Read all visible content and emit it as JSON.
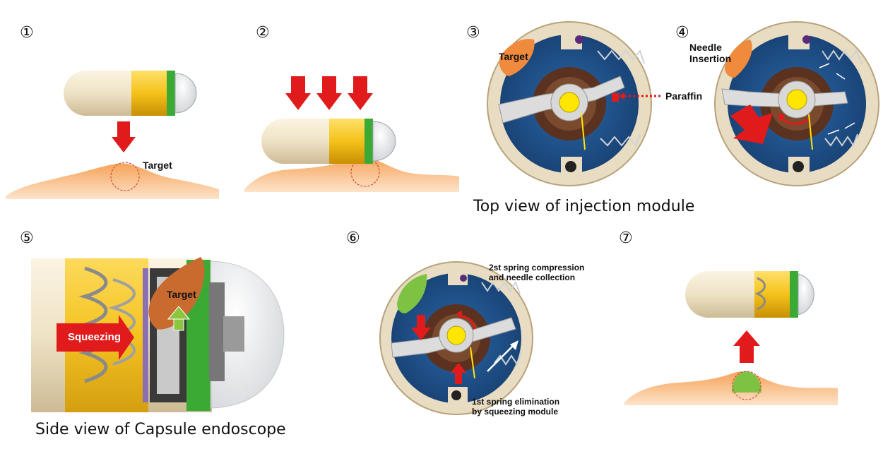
{
  "steps": [
    "①",
    "②",
    "③",
    "④",
    "⑤",
    "⑥",
    "⑦"
  ],
  "captions": {
    "top_view": "Top view of injection module",
    "side_view": "Side view of Capsule endoscope"
  },
  "labels": {
    "target_1": "Target",
    "target_3": "Target",
    "paraffin": "Paraffin",
    "needle_insertion": "Needle\nInsertion",
    "squeezing": "Squeezing",
    "target_5": "Target",
    "spring2": "2st spring compression\nand needle collection",
    "spring1": "1st spring elimination\nby squeezing module"
  },
  "colors": {
    "capsule_body": "#efe3c6",
    "capsule_yellow": "#f4c21a",
    "capsule_green": "#3aaa35",
    "tissue": "#f08a3c",
    "arrow_red": "#e11b1b",
    "module_blue": "#1d4e89",
    "module_rim": "#e8dcc2",
    "hub_brown": "#5b3220",
    "drug_green": "#7dc242",
    "arrow_green": "#8cc63f"
  }
}
